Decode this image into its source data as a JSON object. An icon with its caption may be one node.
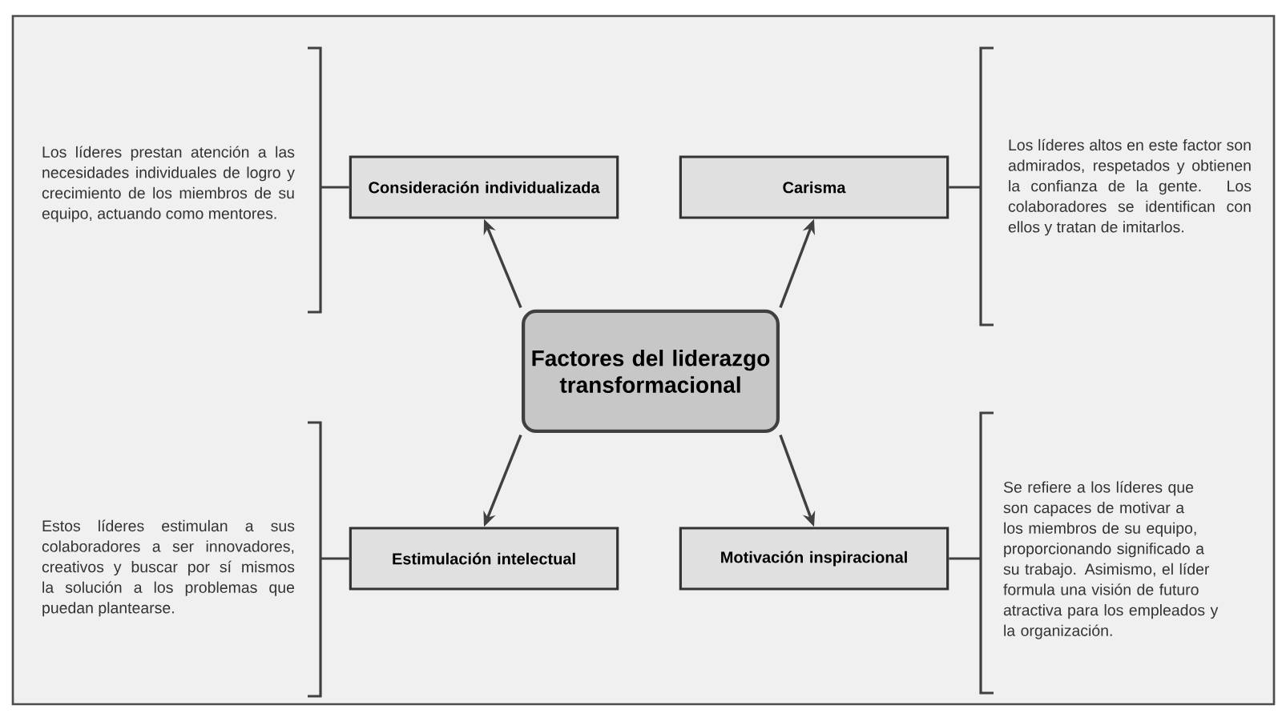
{
  "diagram": {
    "nodes": [
      {
        "text": [
          "Factores del liderazgo transformacional"
        ]
      },
      {
        "text": [
          "Consideración individualizada"
        ]
      },
      {
        "text": [
          "Carisma"
        ]
      },
      {
        "text": [
          "Estimulación intelectual"
        ]
      },
      {
        "text": [
          "Motivación inspiracional"
        ]
      },
      {
        "text": [
          "Los líderes prestan atención a las necesidades individuales de logro y crecimiento de los miembros de su equipo, actuando como mentores."
        ]
      },
      {
        "text": [
          "Los líderes altos en este factor son admirados, respetados y obtienen la confianza de la gente. Los colaboradores se identifican con ellos y tratan de imitarlos."
        ]
      },
      {
        "text": [
          "Estos líderes estimulan a sus colaboradores a ser innovadores, creativos y buscar por sí mismos la solución a los problemas que puedan plantearse."
        ]
      },
      {
        "text": [
          "Se refiere a los líderes que son capaces de motivar a los miembros de su equipo, proporcionando significado a su trabajo. Asimismo, el líder formula una visión de futuro atractiva para los empleados y la organización."
        ]
      }
    ],
    "edges": [
      {
        "from": 0,
        "to": 1,
        "arrow": "to"
      },
      {
        "from": 0,
        "to": 2,
        "arrow": "to"
      },
      {
        "from": 0,
        "to": 3,
        "arrow": "to"
      },
      {
        "from": 0,
        "to": 4,
        "arrow": "to"
      },
      {
        "from": 1,
        "to": 5,
        "arrow": "none"
      },
      {
        "from": 2,
        "to": 6,
        "arrow": "none"
      },
      {
        "from": 3,
        "to": 7,
        "arrow": "none"
      },
      {
        "from": 4,
        "to": 8,
        "arrow": "none"
      }
    ]
  }
}
